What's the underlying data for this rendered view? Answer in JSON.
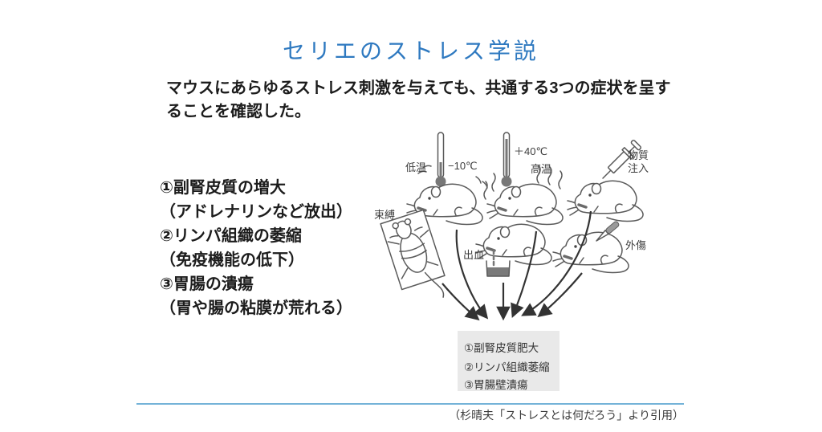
{
  "colors": {
    "title_blue": "#2e79c0",
    "divider_blue": "#74b3d8",
    "result_box_bg": "#e9e9e9",
    "line_art": "#5a5a5a"
  },
  "slide": {
    "title": "セリエのストレス学説",
    "intro_lines": [
      "マウスにあらゆるストレス刺激を与えても、共通する3つの症状を呈す",
      "ることを確認した。"
    ],
    "findings": [
      "①副腎皮質の増大",
      "（アドレナリンなど放出）",
      "②リンパ組織の萎縮",
      "（免疫機能の低下）",
      "③胃腸の潰瘍",
      "（胃や腸の粘膜が荒れる）"
    ],
    "citation": "（杉晴夫「ストレスとは何だろう」より引用）"
  },
  "diagram": {
    "labels": {
      "cold": "低温",
      "cold_temp": "−10℃",
      "hot_temp": "＋40℃",
      "hot": "高温",
      "inject_line1": "物質",
      "inject_line2": "注入",
      "restraint": "束縛",
      "bleeding": "出血",
      "trauma": "外傷"
    },
    "result_box": [
      "①副腎皮質肥大",
      "②リンパ組織萎縮",
      "③胃腸壁潰瘍"
    ]
  }
}
